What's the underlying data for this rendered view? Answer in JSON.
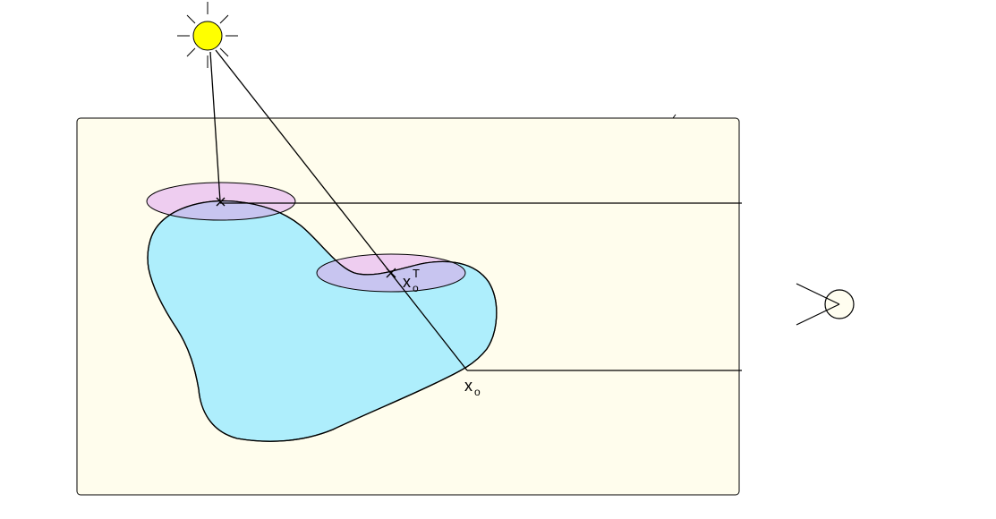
{
  "labels": {
    "exit_point": {
      "base": "x",
      "sub": "o"
    },
    "transmitted_point": {
      "base": "x",
      "sub": "o",
      "sup": "T"
    }
  },
  "colors": {
    "background_panel": "#fffded",
    "object_fill": "#aeeefc",
    "ellipse_fill": "#eecdf0",
    "overlap_fill": "#c8c5f0",
    "sun_fill": "#ffff00",
    "eye_fill": "#fffef0",
    "stroke": "#000000"
  },
  "icons": {
    "light_source": "sun-icon",
    "viewer": "eye-icon"
  }
}
